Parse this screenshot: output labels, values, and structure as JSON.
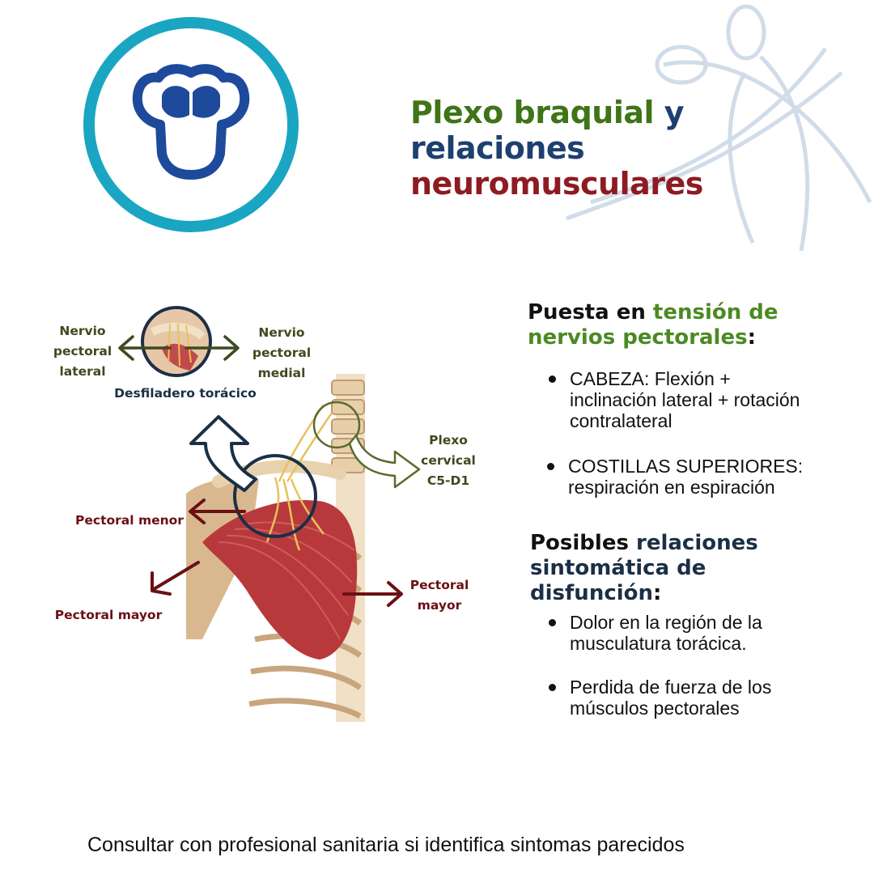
{
  "title": {
    "part1": "Plexo braquial",
    "part2": " y relaciones",
    "part3": "neuromusculares"
  },
  "colors": {
    "teal_ring": "#1aa6c2",
    "logo_blue": "#1e4a9c",
    "title_green": "#3f7418",
    "title_blue": "#1e4070",
    "title_red": "#8e1b21"
  },
  "icons": {
    "logo": "torso-icon",
    "watermark": "human-figure-watermark"
  },
  "figure": {
    "labels": {
      "nervio_lateral": "Nervio pectoral lateral",
      "nervio_medial": "Nervio pectoral medial",
      "desfiladero": "Desfiladero torácico",
      "plexo_cervical": "Plexo cervical C5-D1",
      "pectoral_menor": "Pectoral menor",
      "pectoral_mayor_left": "Pectoral mayor",
      "pectoral_mayor_right": "Pectoral mayor"
    }
  },
  "section1": {
    "heading_prefix": "Puesta en ",
    "heading_highlight": "tensión de nervios pectorales",
    "heading_suffix": ":",
    "bullets": [
      "CABEZA: Flexión + inclinación lateral + rotación contralateral",
      "COSTILLAS SUPERIORES: respiración en espiración"
    ]
  },
  "section2": {
    "heading_prefix": "Posibles ",
    "heading_highlight": "relaciones sintomática de disfunción",
    "heading_suffix": ":",
    "bullets": [
      "Dolor en la región de la musculatura torácica.",
      "Perdida de fuerza de los músculos pectorales"
    ]
  },
  "footer": "Consultar con profesional sanitaria si identifica sintomas parecidos"
}
